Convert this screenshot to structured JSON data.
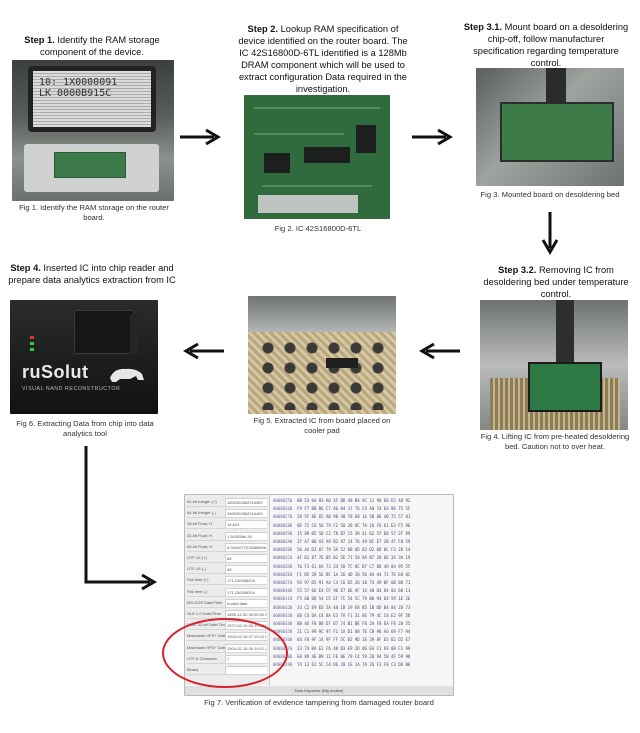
{
  "steps": {
    "s1": {
      "label": "Step 1.",
      "text": " Identify the RAM storage component of the device."
    },
    "s2": {
      "label": "Step 2.",
      "text": " Lookup RAM specification of device identified on the router board. The IC 42S16800D-6TL identified is a 128Mb DRAM component which will be used to extract configuration Data required in the investigation."
    },
    "s31": {
      "label": "Step 3.1.",
      "text": " Mount board on a desoldering chip-off, follow manufacturer specification regarding temperature control."
    },
    "s32": {
      "label": "Step 3.2.",
      "text": " Removing IC from desoldering bed under temperature control."
    },
    "s4": {
      "label": "Step 4.",
      "text": " Inserted IC into chip reader and prepare data analytics extraction from IC"
    }
  },
  "figs": {
    "f1": "Fig 1. Identify the RAM storage on the router board.",
    "f2": "Fig 2. IC 42S16800D-6TL",
    "f3": "Fig 3. Mounted board on desoldering bed",
    "f4": "Fig 4. Lifting IC from pre-heated desoldering bed. Caution not to over heat.",
    "f5": "Fig 5. Extracted IC from board placed on cooler pad",
    "f6": "Fig 6. Extracting Data from chip into data analytics tool",
    "f7": "Fig 7. Verification of evidence tampering from damaged router board"
  },
  "photo1": {
    "screen_line1": "10: 1X0000091",
    "screen_line2": "LK 0000B915C"
  },
  "photo6": {
    "logo": "ruSolut",
    "subtitle": "VISUAL NAND RECONSTRUCTOR"
  },
  "photo7": {
    "fields": [
      {
        "label": "64-bit Integer (+)",
        "value": "1600302862016400"
      },
      {
        "label": "64-bit Integer (-)",
        "value": "1600302862016400"
      },
      {
        "label": "16-bit Float, H",
        "value": "14.623"
      },
      {
        "label": "32-bit Float, H",
        "value": "1.543058e-39"
      },
      {
        "label": "64-bit Float, H",
        "value": "8.344407701858886e-309"
      },
      {
        "label": "UTF-16 (+)",
        "value": "88"
      },
      {
        "label": "UTF-16 (-)",
        "value": "48"
      },
      {
        "label": "Flat time (+)",
        "value": "171.230088204"
      },
      {
        "label": "Flat time (-)",
        "value": "171.230088204"
      },
      {
        "label": "MS-DOS Date/Time",
        "value": "Invalid date"
      },
      {
        "label": "OLE 2.0 Date/Time",
        "value": "1899-12-30 00:00:00.000 UTC"
      },
      {
        "label": "UNIX 32-bit Date/Time",
        "value": "1972-02-19 00:19:12 UTC"
      },
      {
        "label": "Macintosh HFS+ Date/Time",
        "value": "1904-02-18 07:19:12 Local"
      },
      {
        "label": "Macintosh HFS+ Date/Time",
        "value": "1904-02-18 00:19:12 UTC"
      },
      {
        "label": "UTF-8 Character",
        "value": "7"
      },
      {
        "label": "Binary",
        "value": ""
      }
    ],
    "hex_rows": [
      [
        "00000250",
        "0B 53 6A 83 A0 45 BD 48 BA 9C 11 98 EB E5 48 92"
      ],
      [
        "00000260",
        "F9 F7 BB B6 C7 A6 84 37 76 C4 A8 74 63 86 75 5F"
      ],
      [
        "00000270",
        "28 5F 8E 65 AB 9B 48 78 68 16 5B 86 40 75 57 81"
      ],
      [
        "00000280",
        "0E 72 C6 56 79 F2 58 26 8C 7A 18 F6 61 E3 F5 96"
      ],
      [
        "00000290",
        "15 89 05 5D C2 78 B7 15 38 41 62 57 D8 57 2F 99"
      ],
      [
        "000002A0",
        "37 A7 08 A3 A9 B2 97 24 76 49 BC E7 38 47 F8 59"
      ],
      [
        "000002B0",
        "56 44 D2 07 79 3A 52 6B 6D 83 D2 6D 0C F3 28 14"
      ],
      [
        "000002C0",
        "4F B1 87 7E B5 B2 5E 71 58 8A B7 28 6E 34 3A 19"
      ],
      [
        "000002D0",
        "76 F3 61 6A 73 34 58 7C 8C B7 C7 8D 49 84 95 55"
      ],
      [
        "000002E0",
        "F1 B5 28 5E BC 1A 26 4D 38 56 84 A4 71 7E E8 0C"
      ],
      [
        "000002F0",
        "93 97 D5 91 A4 C4 C6 D5 26 10 74 49 BF 6B 88 71"
      ],
      [
        "00000300",
        "55 57 66 E4 CF 96 E7 8E AF 14 48 D4 84 84 68 13"
      ],
      [
        "00000310",
        "F5 60 B8 54 C5 EF 7C 54 5C 79 B8 94 D4 59 1E 2E"
      ],
      [
        "00000320",
        "33 C2 E9 ED 5A 48 1B 19 E8 B5 1B DD B4 84 28 73"
      ],
      [
        "00000330",
        "6B C4 6A C4 8A E3 7A F1 31 8E 79 4C C8 E2 9F 5B"
      ],
      [
        "00000340",
        "B8 46 F8 B8 D7 B7 74 B1 BE FB 2A F8 EA F8 28 55"
      ],
      [
        "00000350",
        "21 C1 99 9C 97 F1 1A D1 88 7E CB 98 A6 69 F7 94"
      ],
      [
        "00000360",
        "84 F8 9F 14 9F FF 5C B2 9D 1E 39 8F 65 D2 D2 E7"
      ],
      [
        "00000370",
        "13 74 BA E2 F6 48 B3 E9 2D 06 EA C1 93 08 F1 99"
      ],
      [
        "00000380",
        "E8 89 4E B9 11 FE 8E 78 C4 59 28 94 58 4F 59 98"
      ],
      [
        "00000390",
        "74 13 62 5C C4 D6 28 CE 1A 7A 26 F3 F8 C3 D8 B6"
      ]
    ],
    "footer": "Data Inspector (Big endian)"
  }
}
